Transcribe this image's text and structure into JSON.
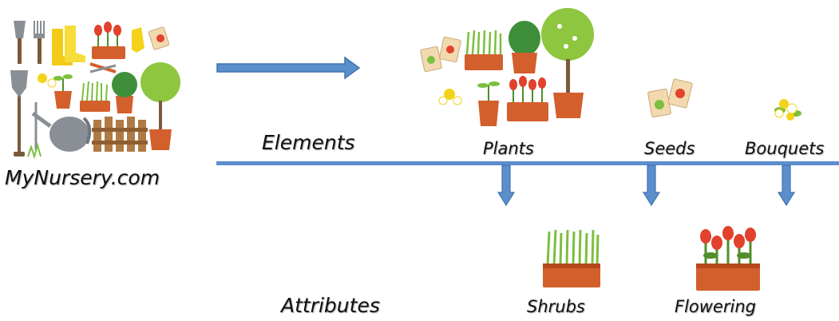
{
  "logo": {
    "text": "MyNursery.com"
  },
  "rows": {
    "elements_label": "Elements",
    "attributes_label": "Attributes"
  },
  "elements": [
    {
      "label": "Plants",
      "icon": "potted-plants-group-icon"
    },
    {
      "label": "Seeds",
      "icon": "seed-packets-icon"
    },
    {
      "label": "Bouquets",
      "icon": "flower-bouquet-icon"
    }
  ],
  "attributes": [
    {
      "label": "Shrubs",
      "icon": "grass-planter-icon"
    },
    {
      "label": "Flowering",
      "icon": "tulip-planter-icon"
    }
  ],
  "colors": {
    "arrow": "#5b8fcc",
    "arrow_stroke": "#3f73b0",
    "pot": "#d35f2c",
    "pot_dark": "#b5481c",
    "leaf": "#7bbf3e",
    "leaf_dark": "#4f8e2a",
    "tulip": "#e2412c",
    "boot": "#f4d21a"
  }
}
